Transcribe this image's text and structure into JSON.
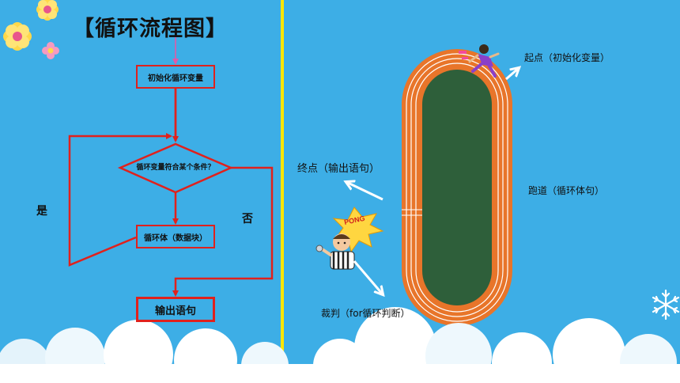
{
  "flowchart": {
    "title": "【循环流程图】",
    "init_box": "初始化循环变量",
    "condition": "循环变量符合某个条件？",
    "body_box": "循环体（数据块）",
    "output_box": "输出语句",
    "yes_label": "是",
    "no_label": "否"
  },
  "analogy": {
    "start_label": "起点（初始化变量）",
    "end_label": "终点（输出语句）",
    "track_label": "跑道（循环体句）",
    "referee_label": "裁判（for循环判断）",
    "bubble_text": "PONG"
  },
  "colors": {
    "background": "#3daee6",
    "flow_red": "#e0211d",
    "divider_yellow": "#ffe600",
    "track_orange": "#e8752a",
    "field_green": "#2e5f3a",
    "arrow_pink": "#e05aa8"
  },
  "icons": [
    "flower-icon",
    "snowflake-icon",
    "runner-icon",
    "referee-icon",
    "cloud-icon"
  ]
}
